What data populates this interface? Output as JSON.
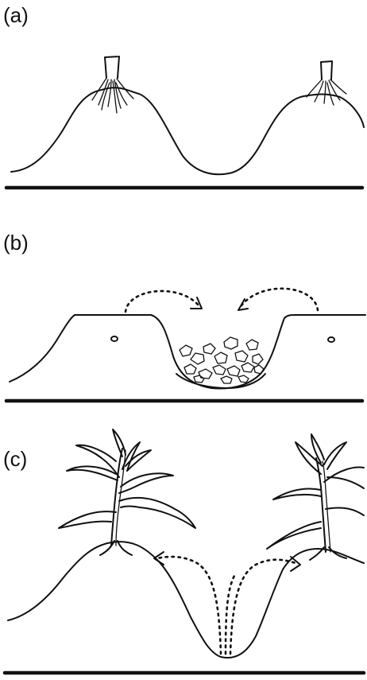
{
  "panels": [
    {
      "id": "a",
      "label": "(a)"
    },
    {
      "id": "b",
      "label": "(b)"
    },
    {
      "id": "c",
      "label": "(c)"
    }
  ],
  "colors": {
    "ink": "#111111",
    "background": "#ffffff"
  }
}
